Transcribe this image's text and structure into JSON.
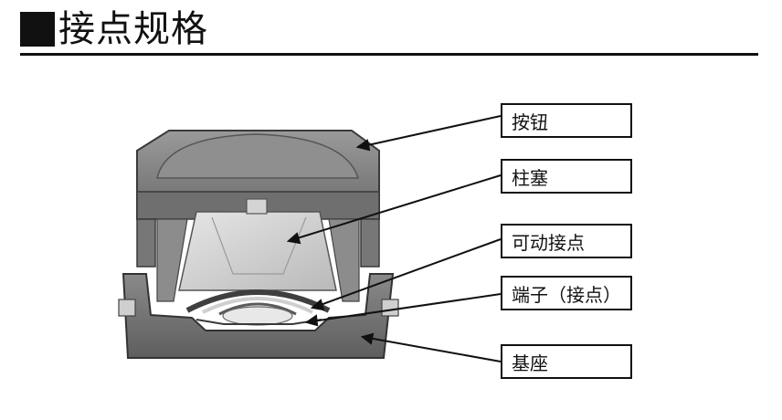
{
  "header": {
    "title": "接点规格"
  },
  "callouts": [
    {
      "id": "button",
      "label": "按钮"
    },
    {
      "id": "plunger",
      "label": "柱塞"
    },
    {
      "id": "movable-contact",
      "label": "可动接点"
    },
    {
      "id": "terminal",
      "label": "端子（接点）"
    },
    {
      "id": "base",
      "label": "基座"
    }
  ]
}
